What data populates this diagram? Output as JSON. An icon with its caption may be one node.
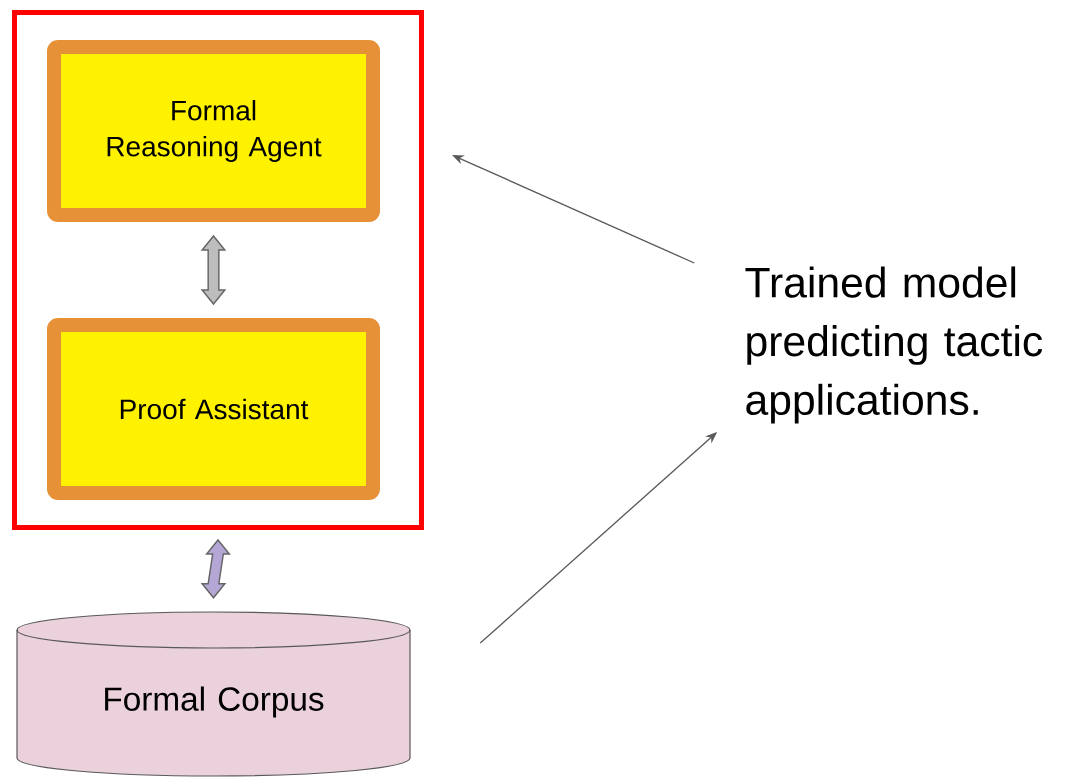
{
  "diagram": {
    "nodes": [
      {
        "text": [],
        "shape": "box"
      },
      {
        "text": [
          "Formal Reasoning Agent"
        ],
        "in": 0
      },
      {
        "text": [
          "Proof Assistant"
        ],
        "in": 0
      },
      {
        "text": [
          "Formal Corpus"
        ]
      },
      {
        "text": [
          "Trained model predicting tactic applications."
        ]
      }
    ],
    "edges": [
      {
        "from": 1,
        "to": 2,
        "arrow": "both",
        "style": "thick",
        "color": "#bdbdbd"
      },
      {
        "from": 0,
        "to": 3,
        "arrow": "both",
        "style": "thick",
        "color": "#b4a7d6"
      },
      {
        "from": 4,
        "to": 0,
        "arrow": "to",
        "color": "#595959"
      },
      {
        "from": 3,
        "to": 4,
        "arrow": "to",
        "color": "#595959"
      }
    ]
  }
}
